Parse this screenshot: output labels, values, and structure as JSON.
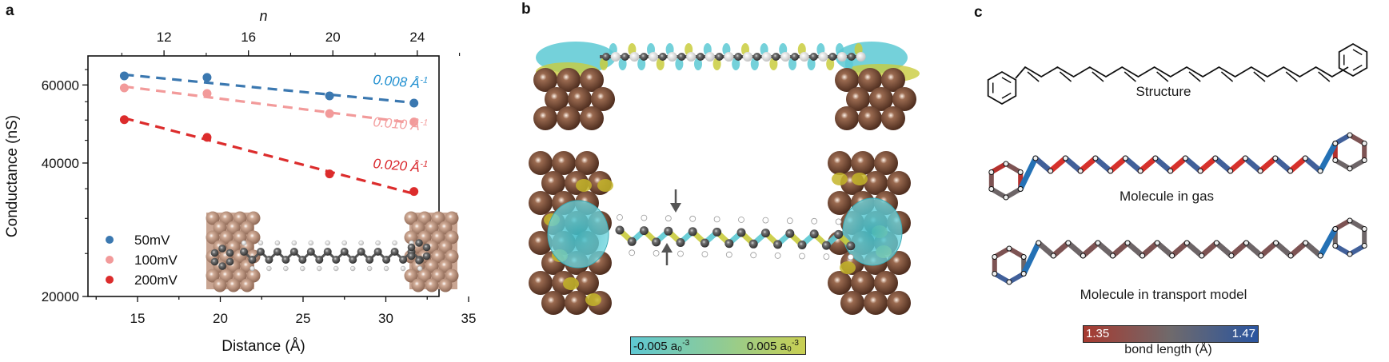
{
  "panels": {
    "a": {
      "letter": "a"
    },
    "b": {
      "letter": "b"
    },
    "c": {
      "letter": "c"
    }
  },
  "chart_data": {
    "type": "scatter",
    "title": "",
    "xlabel": "Distance (Å)",
    "ylabel": "Conductance (nS)",
    "top_xlabel": "n",
    "yscale": "log",
    "xlim": [
      12.5,
      35
    ],
    "ylim": [
      20000,
      68000
    ],
    "x_ticks": [
      15,
      20,
      25,
      30,
      35
    ],
    "y_ticks": [
      20000,
      40000,
      60000
    ],
    "top_ticks": [
      {
        "n": 12,
        "x": 16.6
      },
      {
        "n": 16,
        "x": 21.7
      },
      {
        "n": 20,
        "x": 26.8
      },
      {
        "n": 24,
        "x": 31.9
      }
    ],
    "x": [
      14.2,
      19.2,
      26.6,
      31.7
    ],
    "n": [
      10,
      14,
      20,
      24
    ],
    "series": [
      {
        "name": "50mV",
        "color": "#3b78b0",
        "values": [
          62900,
          62400,
          56700,
          54600
        ],
        "fit": [
          63300,
          54700
        ],
        "annotation": "0.008 Å",
        "annotation_color": "#1f8fd0"
      },
      {
        "name": "100mV",
        "color": "#f29a9a",
        "values": [
          59100,
          57400,
          51700,
          49500
        ],
        "fit": [
          59500,
          49200
        ],
        "annotation": "0.010 Å",
        "annotation_color": "#f3a0a0"
      },
      {
        "name": "200mV",
        "color": "#dc2c2c",
        "values": [
          50100,
          45700,
          37800,
          34500
        ],
        "fit": [
          50500,
          34100
        ],
        "annotation": "0.020 Å",
        "annotation_color": "#d9262b"
      }
    ],
    "annotation_superscript": "-1",
    "legend_position": "lower-left",
    "grid": false,
    "inset": "molecular junction model (Au electrodes, polyene chain)"
  },
  "panel_b": {
    "colorbar": {
      "min_label": "-0.005 a₀",
      "max_label": "0.005 a₀",
      "superscript": "-3",
      "color_min": "#5ec8d2",
      "color_max": "#c9cf52"
    },
    "arrows": [
      "down",
      "up"
    ]
  },
  "panel_c": {
    "captions": [
      "Structure",
      "Molecule in gas",
      "Molecule in transport model"
    ],
    "colorbar": {
      "min_label": "1.35",
      "max_label": "1.47",
      "label": "bond length (Å)",
      "color_min": "#a83a30",
      "color_mid": "#6f6a6c",
      "color_max": "#2a55a0"
    },
    "double_bonds": 10
  }
}
